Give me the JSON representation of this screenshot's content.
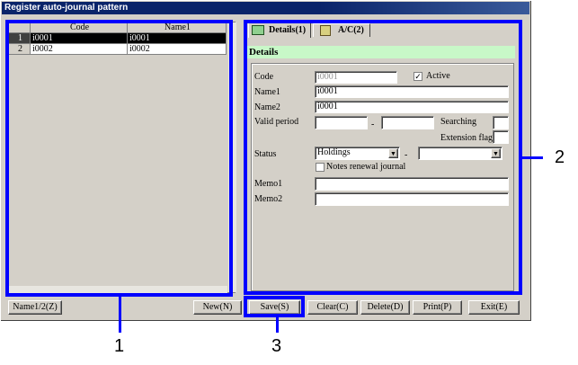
{
  "window": {
    "title": "Register auto-journal pattern"
  },
  "grid": {
    "headers": [
      "Code",
      "Name1"
    ],
    "rows": [
      {
        "num": "1",
        "code": "i0001",
        "name1": "i0001"
      },
      {
        "num": "2",
        "code": "i0002",
        "name1": "i0002"
      }
    ]
  },
  "tabs": [
    {
      "label": "Details(1)"
    },
    {
      "label": "A/C(2)"
    }
  ],
  "details": {
    "header": "Details",
    "code_label": "Code",
    "code_value": "i0001",
    "active_label": "Active",
    "active_checked": true,
    "name1_label": "Name1",
    "name1_value": "i0001",
    "name2_label": "Name2",
    "name2_value": "i0001",
    "valid_period_label": "Valid period",
    "dash": "-",
    "searching_label": "Searching",
    "extension_flag_label": "Extension flag",
    "status_label": "Status",
    "status_value": "Holdings",
    "notes_renewal_label": "Notes renewal journal",
    "memo1_label": "Memo1",
    "memo2_label": "Memo2"
  },
  "buttons": {
    "name12": "Name1/2(Z)",
    "new": "New(N)",
    "save": "Save(S)",
    "clear": "Clear(C)",
    "delete": "Delete(D)",
    "print": "Print(P)",
    "exit": "Exit(E)"
  },
  "callouts": [
    "1",
    "2",
    "3"
  ]
}
